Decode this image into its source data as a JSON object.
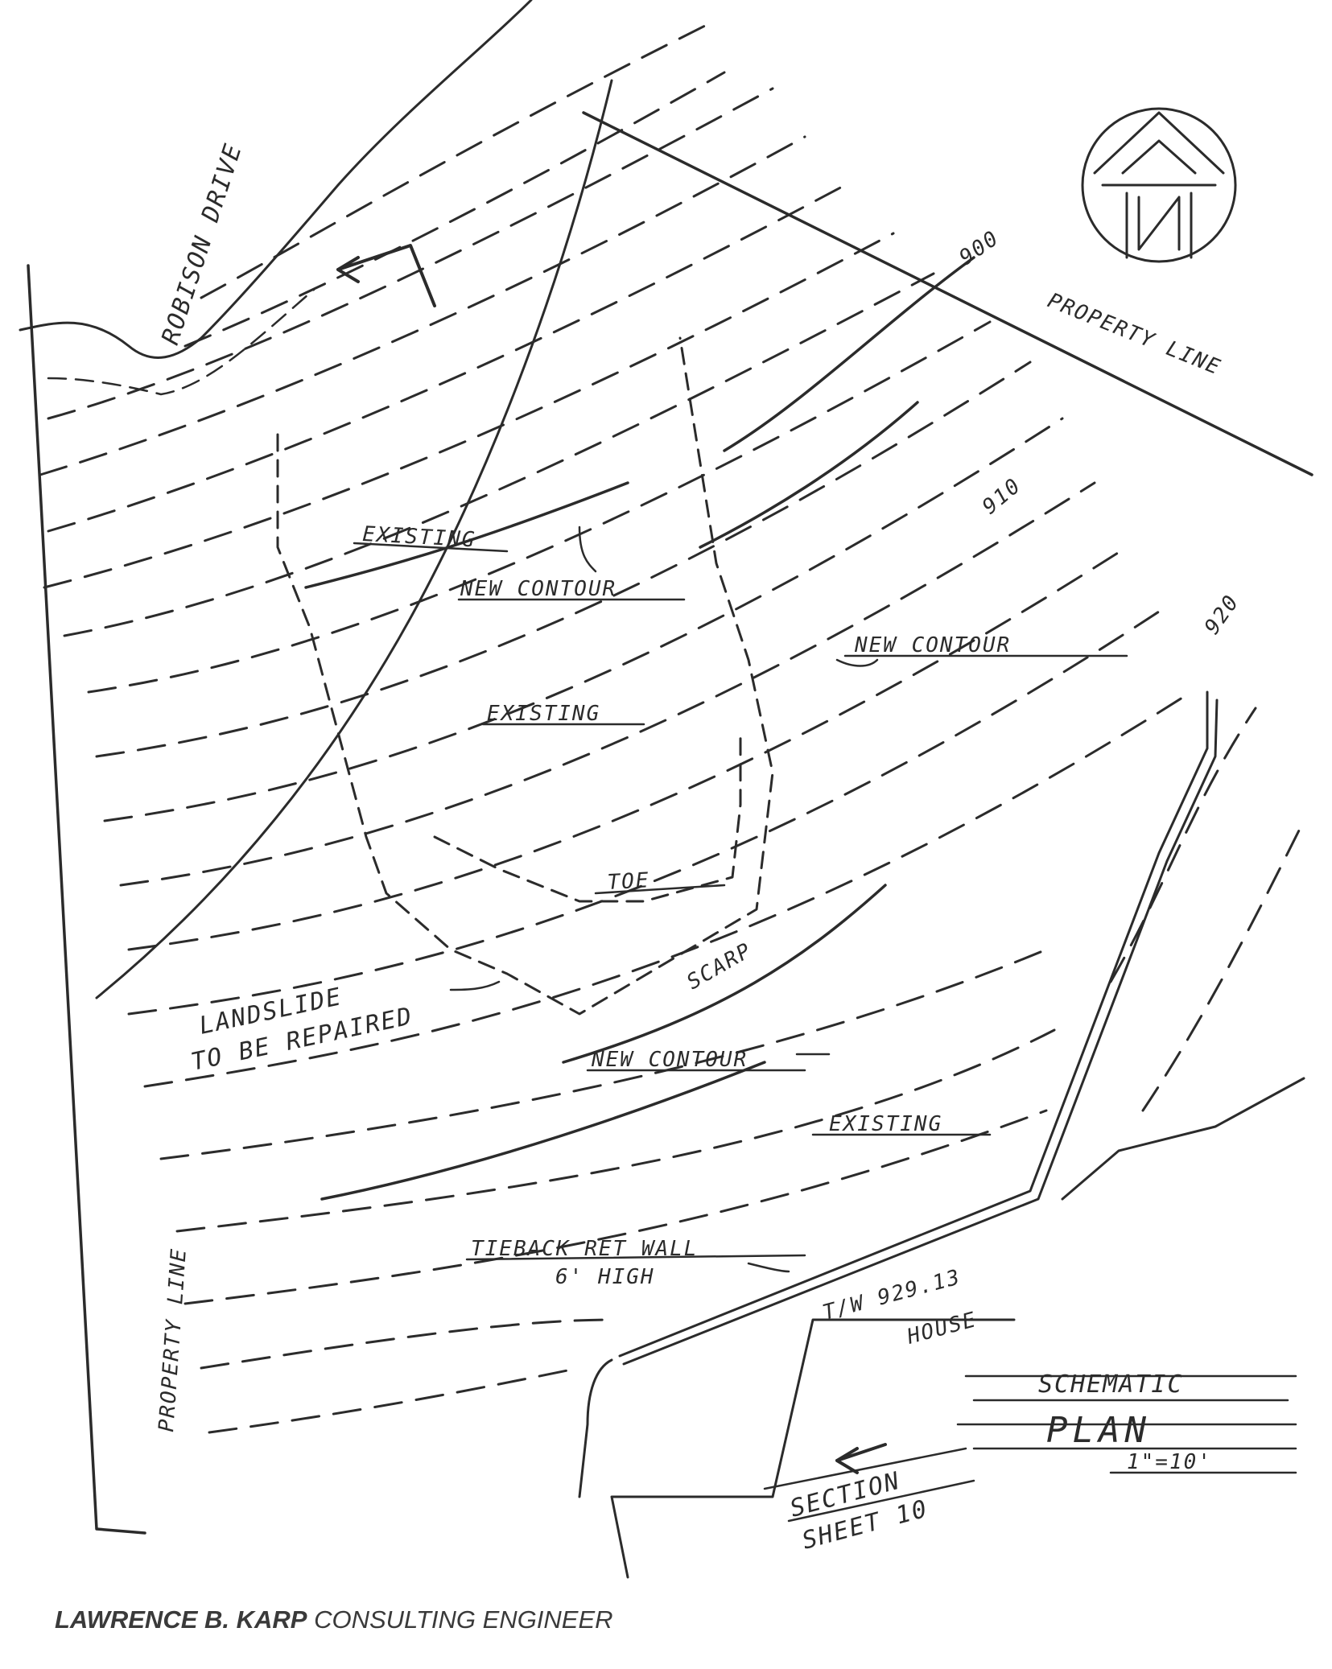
{
  "labels": {
    "robison_drive": "ROBISON DRIVE",
    "property_line_top": "PROPERTY LINE",
    "property_line_left": "PROPERTY LINE",
    "contour_900": "900",
    "contour_910": "910",
    "contour_920": "920",
    "existing_1": "EXISTING",
    "new_contour_1": "NEW CONTOUR",
    "new_contour_2": "NEW CONTOUR",
    "existing_2": "EXISTING",
    "toe": "TOE",
    "scarp": "SCARP",
    "landslide_line1": "LANDSLIDE",
    "landslide_line2": "TO BE REPAIRED",
    "new_contour_3": "NEW CONTOUR",
    "existing_3": "EXISTING",
    "tieback_line1": "TIEBACK RET WALL",
    "tieback_line2": "6' HIGH",
    "tw_elevation": "T/W 929.13",
    "house": "HOUSE",
    "schematic": "SCHEMATIC",
    "plan": "PLAN",
    "scale": "1\"=10'",
    "section_line1": "SECTION",
    "section_line2": "SHEET 10",
    "north": "N"
  },
  "footer": {
    "name": "LAWRENCE B. KARP",
    "title": "CONSULTING ENGINEER"
  }
}
